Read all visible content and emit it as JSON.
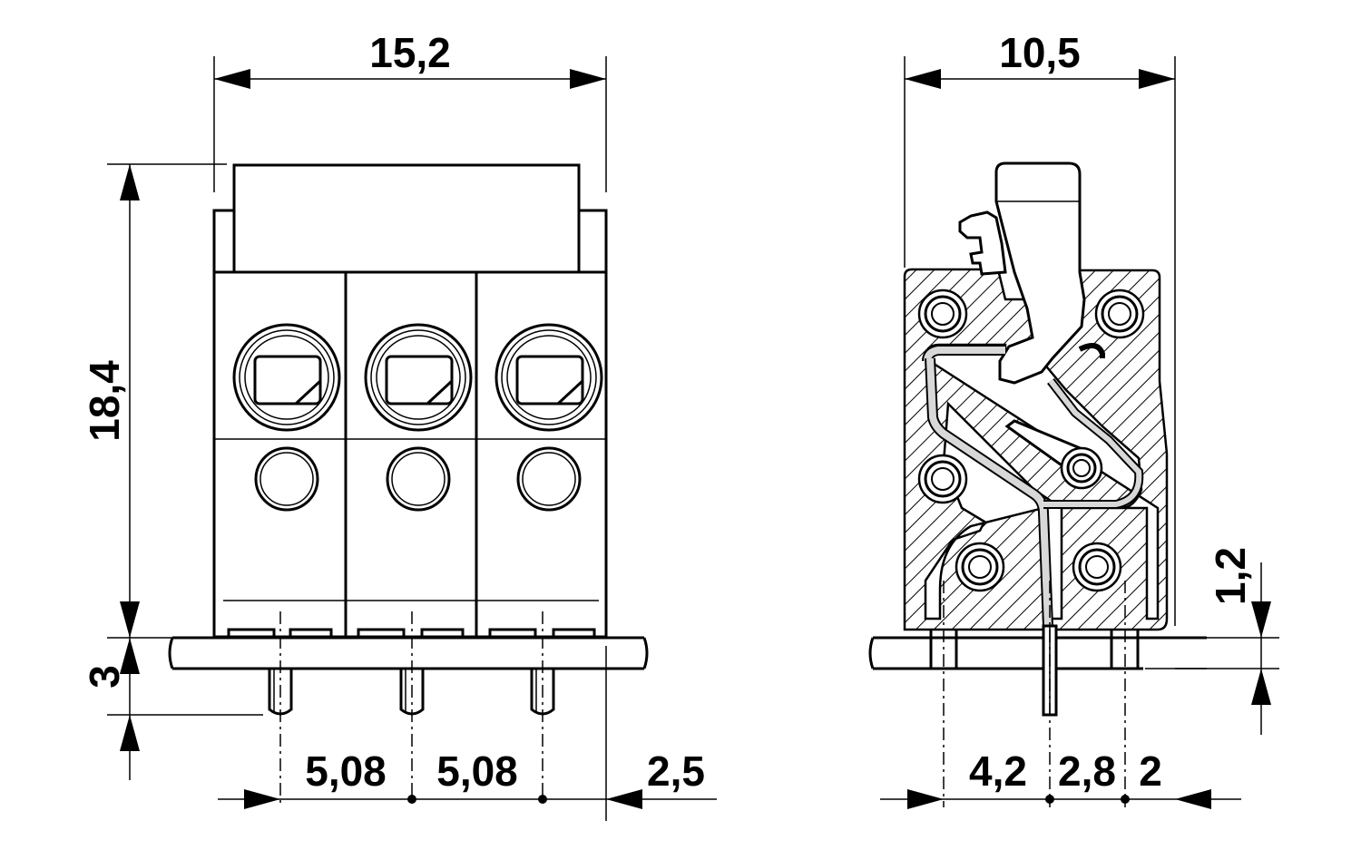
{
  "front_view": {
    "width_dim": "15,2",
    "height_dim": "18,4",
    "pin_length_dim": "3",
    "pitch_1": "5,08",
    "pitch_2": "5,08",
    "edge_dim": "2,5",
    "pole_count": 3
  },
  "side_view": {
    "width_dim": "10,5",
    "board_dim": "1,2",
    "pin_dim_1": "4,2",
    "pin_dim_2": "2,8",
    "pin_dim_3": "2"
  }
}
